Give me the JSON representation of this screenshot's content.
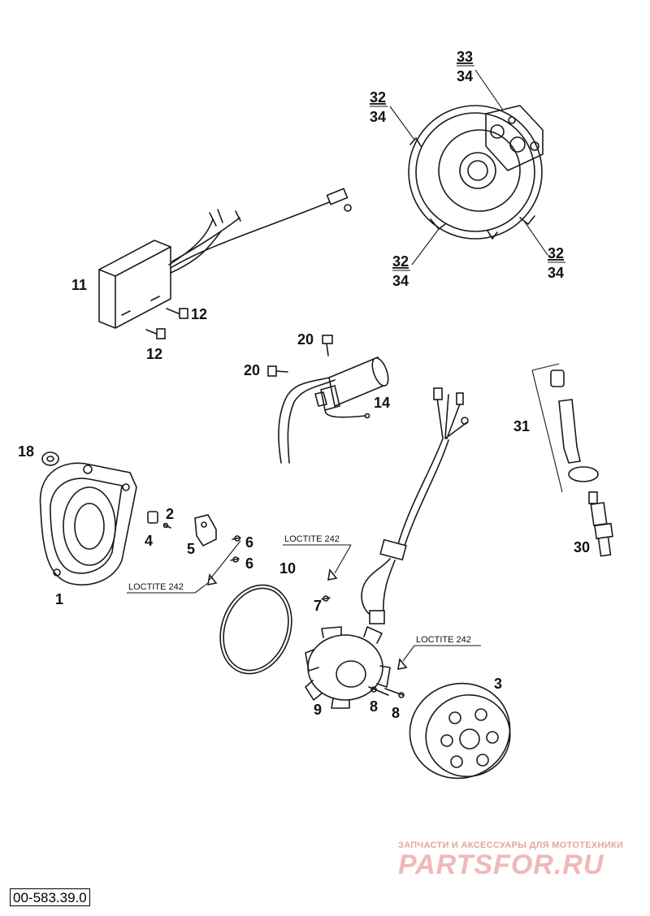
{
  "document": {
    "code": "00-583.39.0"
  },
  "watermark": {
    "tagline": "ЗАПЧАСТИ И АКСЕССУАРЫ ДЛЯ МОТОТЕХНИКИ",
    "logo": "PARTSFOR.RU"
  },
  "callouts": {
    "p1": "1",
    "p2": "2",
    "p3": "3",
    "p4": "4",
    "p5": "5",
    "p6a": "6",
    "p6b": "6",
    "p7": "7",
    "p8a": "8",
    "p8b": "8",
    "p9": "9",
    "p10": "10",
    "p11": "11",
    "p12a": "12",
    "p12b": "12",
    "p14": "14",
    "p18": "18",
    "p20a": "20",
    "p20b": "20",
    "p30": "30",
    "p31": "31",
    "p33_34_top": "33",
    "p33_34_bot": "34",
    "p32_34_a_top": "32",
    "p32_34_a_bot": "34",
    "p32_34_b_top": "32",
    "p32_34_b_bot": "34",
    "p32_34_c_top": "32",
    "p32_34_c_bot": "34"
  },
  "notes": {
    "loctite_a": "LOCTITE 242",
    "loctite_b": "LOCTITE 242",
    "loctite_c": "LOCTITE 242"
  }
}
